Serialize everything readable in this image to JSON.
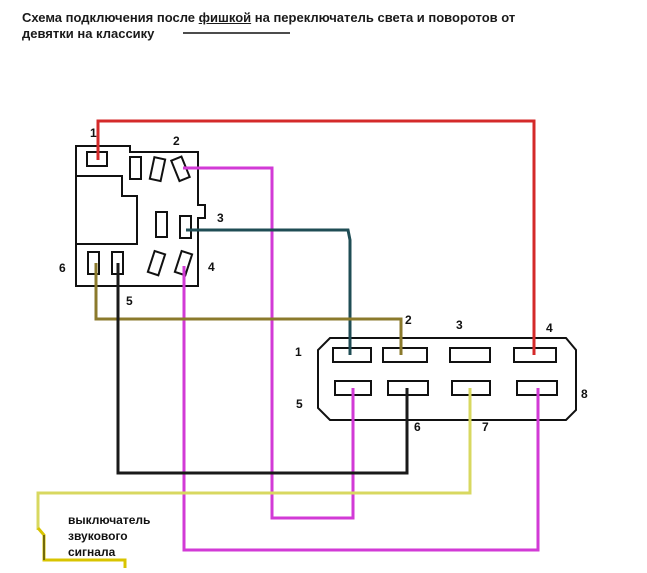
{
  "title": {
    "part1": "Схема подключения после ",
    "part2": "фишкой",
    "part3": " на переключатель света и поворотов от",
    "line2": "девятки на классику"
  },
  "left_connector_labels": [
    "1",
    "2",
    "3",
    "4",
    "5",
    "6"
  ],
  "right_connector_labels": [
    "1",
    "2",
    "3",
    "4",
    "5",
    "6",
    "7",
    "8"
  ],
  "switch_caption": [
    "выключатель",
    "звукового",
    "сигнала"
  ],
  "wire_colors": {
    "red": "#d42a2a",
    "magenta": "#d23ad6",
    "dark_teal": "#1f4d55",
    "olive": "#8b7a2c",
    "black": "#1a1a1a",
    "yellow_green": "#d8d860",
    "yellow": "#d8c400"
  }
}
